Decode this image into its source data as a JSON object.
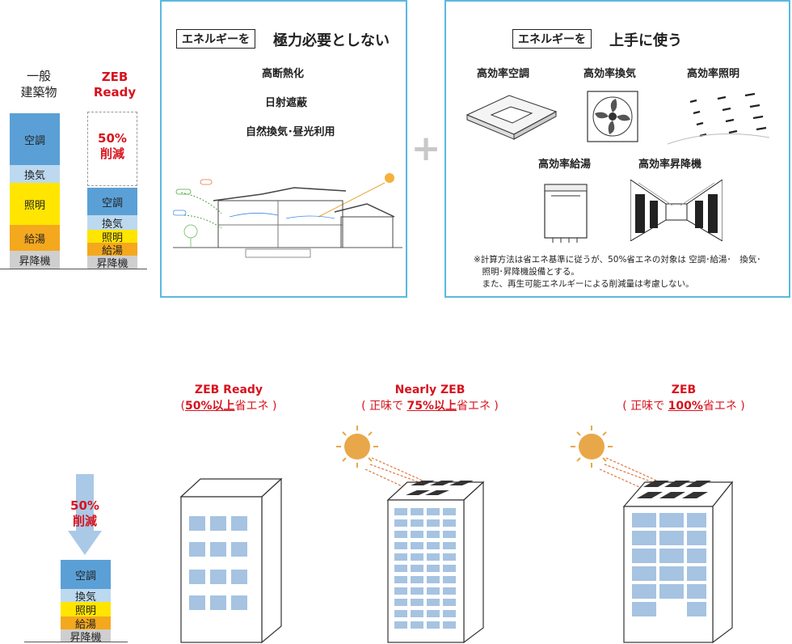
{
  "left_chart": {
    "general_label": "一般\n建築物",
    "zeb_label": "ZEB\nReady",
    "reduction": "50%\n削減",
    "segments": [
      "空調",
      "換気",
      "照明",
      "給湯",
      "昇降機"
    ],
    "colors": {
      "aircon": "#5aa0d6",
      "vent": "#bcd9f0",
      "light": "#ffe500",
      "water": "#f4a81d",
      "elevator": "#cfcfcf"
    }
  },
  "panel1": {
    "boxed": "エネルギーを",
    "heading": "極力必要としない",
    "items": [
      "高断熱化",
      "日射遮蔽",
      "自然換気･昼光利用"
    ]
  },
  "plus": "+",
  "panel2": {
    "boxed": "エネルギーを",
    "heading": "上手に使う",
    "items": [
      "高効率空調",
      "高効率換気",
      "高効率照明",
      "高効率給湯",
      "高効率昇降機"
    ],
    "note_line1": "※計算方法は省エネ基準に従うが、50%省エネの対象は 空調･給湯･　換気･",
    "note_line2": "　照明･昇降機設備とする。",
    "note_line3": "　また、再生可能エネルギーによる削減量は考慮しない。"
  },
  "bottom": {
    "reduction": "50%\n削減",
    "segments": [
      "空調",
      "換気",
      "照明",
      "給湯",
      "昇降機"
    ],
    "titles": [
      {
        "name": "ZEB Ready",
        "pre": "(",
        "u": "50%以上",
        "post": "省エネ )"
      },
      {
        "name": "Nearly ZEB",
        "pre": "( 正味で ",
        "u": "75%以上",
        "post": "省エネ )"
      },
      {
        "name": "ZEB",
        "pre": "( 正味で ",
        "u": "100%",
        "post": "省エネ )"
      }
    ]
  }
}
